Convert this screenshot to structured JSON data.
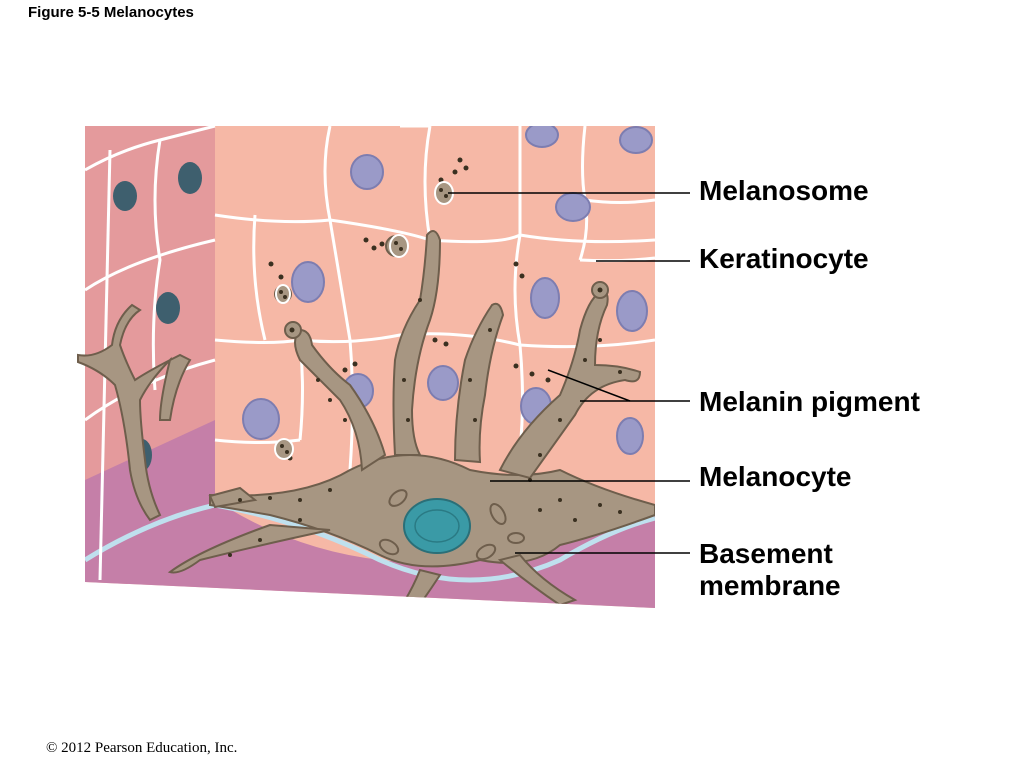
{
  "figure": {
    "title": "Figure 5-5  Melanocytes"
  },
  "labels": {
    "melanosome": "Melanosome",
    "keratinocyte": "Keratinocyte",
    "melanin_pigment": "Melanin pigment",
    "melanocyte": "Melanocyte",
    "basement_membrane_line1": "Basement",
    "basement_membrane_line2": "membrane"
  },
  "footer": {
    "copyright": "© 2012 Pearson Education, Inc."
  },
  "colors": {
    "keratinocyte_fill": "#f6b8a6",
    "side_face_fill": "#e49a9c",
    "cell_border": "#ffffff",
    "nucleus": "#9a9ac8",
    "melanocyte_body": "#a79682",
    "melanocyte_nucleus": "#3a9aa6",
    "pigment_granule": "#3a3020",
    "dermis": "#c57fa8",
    "basement_membrane": "#bfe0ee"
  }
}
